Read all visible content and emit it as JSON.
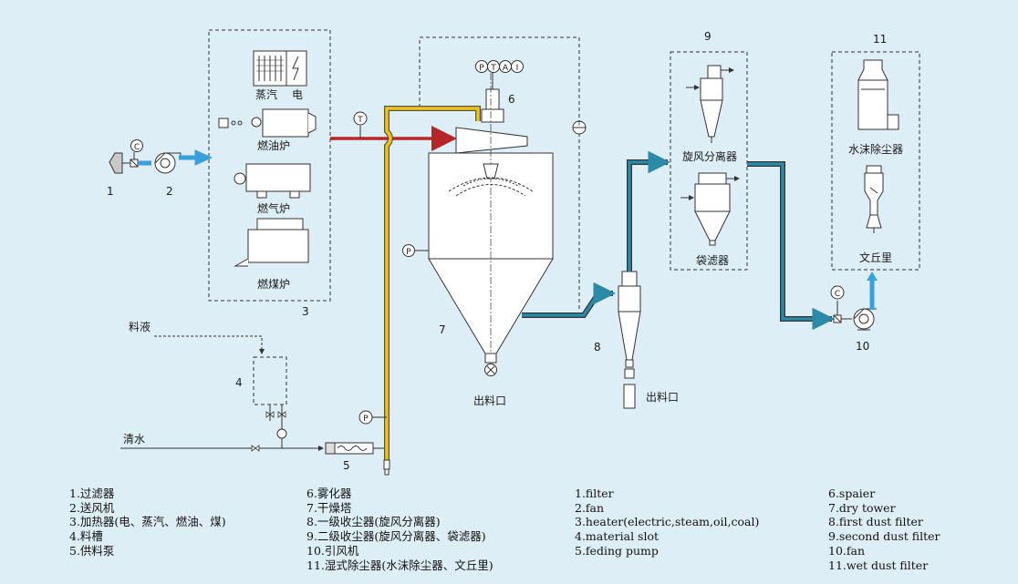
{
  "colors": {
    "background": "#deeef6",
    "hot_air": "#b52626",
    "feed": "#f1c40f",
    "exhaust": "#2a8aa8",
    "blower": "#3aa0dc"
  },
  "numbers": {
    "n1": "1",
    "n2": "2",
    "n3": "3",
    "n4": "4",
    "n5": "5",
    "n6": "6",
    "n7": "7",
    "n8": "8",
    "n9": "9",
    "n10": "10",
    "n11": "11"
  },
  "labels": {
    "steam": "蒸汽",
    "electric": "电",
    "oil_furnace": "燃油炉",
    "gas_furnace": "燃气炉",
    "coal_furnace": "燃煤炉",
    "feed_liquid": "料液",
    "clear_water": "清水",
    "outlet_tower": "出料口",
    "outlet_cyclone": "出料口",
    "cyclone_separator": "旋风分离器",
    "bag_filter": "袋滤器",
    "water_film": "水沫除尘器",
    "venturi": "文丘里"
  },
  "instruments": {
    "c": "C",
    "t": "T",
    "p": "P",
    "a": "A",
    "i": "I"
  },
  "legend_cn_left": [
    "1.过滤器",
    "2.送风机",
    "3.加热器(电、蒸汽、燃油、煤)",
    "4.料槽",
    "5.供料泵"
  ],
  "legend_cn_right": [
    "6.雾化器",
    "7.干燥塔",
    "8.一级收尘器(旋风分离器)",
    "9.二级收尘器(旋风分离器、袋滤器)",
    "10.引风机",
    "11.湿式除尘器(水沫除尘器、文丘里)"
  ],
  "legend_en_left": [
    "1.filter",
    "2.fan",
    "3.heater(electric,steam,oil,coal)",
    "4.material slot",
    "5.feding pump"
  ],
  "legend_en_right": [
    "6.spaier",
    "7.dry tower",
    "8.first dust filter",
    "9.second dust filter",
    "10.fan",
    "11.wet dust filter"
  ]
}
